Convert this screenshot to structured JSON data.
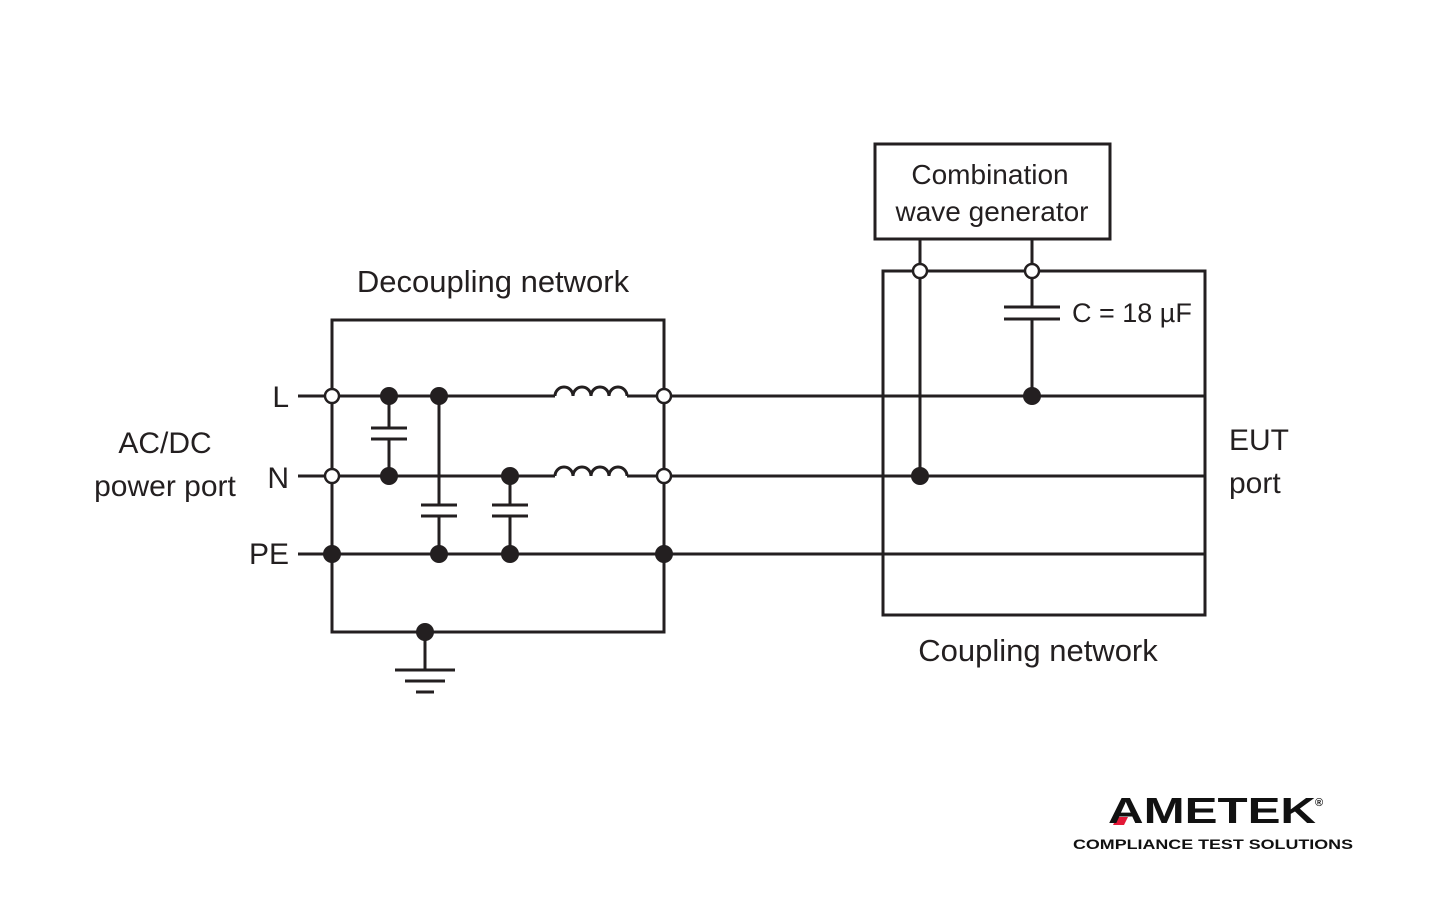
{
  "diagram": {
    "labels": {
      "decoupling_network": "Decoupling network",
      "coupling_network": "Coupling network",
      "generator_line1": "Combination",
      "generator_line2": "wave generator",
      "capacitor_value": "C = 18 µF",
      "ac_dc_line1": "AC/DC",
      "ac_dc_line2": "power port",
      "eut_line1": "EUT",
      "eut_line2": "port",
      "line_L": "L",
      "line_N": "N",
      "line_PE": "PE"
    }
  },
  "logo": {
    "brand": "AMETEK",
    "registered": "®",
    "tagline": "COMPLIANCE TEST SOLUTIONS",
    "accent_color": "#e31837"
  }
}
